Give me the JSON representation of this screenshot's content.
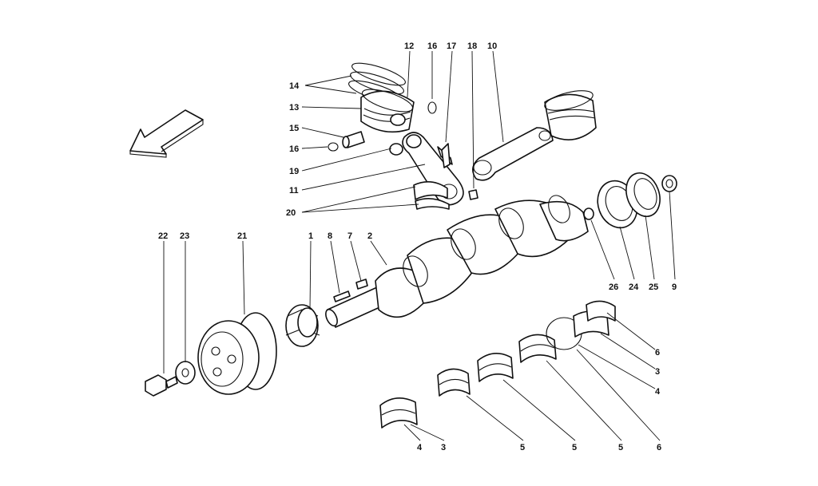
{
  "callouts": {
    "c12": "12",
    "c16a": "16",
    "c17": "17",
    "c18": "18",
    "c10": "10",
    "c14": "14",
    "c13": "13",
    "c15": "15",
    "c16b": "16",
    "c19": "19",
    "c11": "11",
    "c20": "20",
    "c22": "22",
    "c23": "23",
    "c21": "21",
    "c1": "1",
    "c8": "8",
    "c7": "7",
    "c2": "2",
    "c26": "26",
    "c24": "24",
    "c25": "25",
    "c9": "9",
    "c6a": "6",
    "c3a": "3",
    "c4a": "4",
    "c6b": "6",
    "c4b": "4",
    "c3b": "3",
    "c5a": "5",
    "c5b": "5",
    "c5c": "5"
  },
  "icons": {
    "direction_arrow": "arrow-left-down-icon"
  }
}
